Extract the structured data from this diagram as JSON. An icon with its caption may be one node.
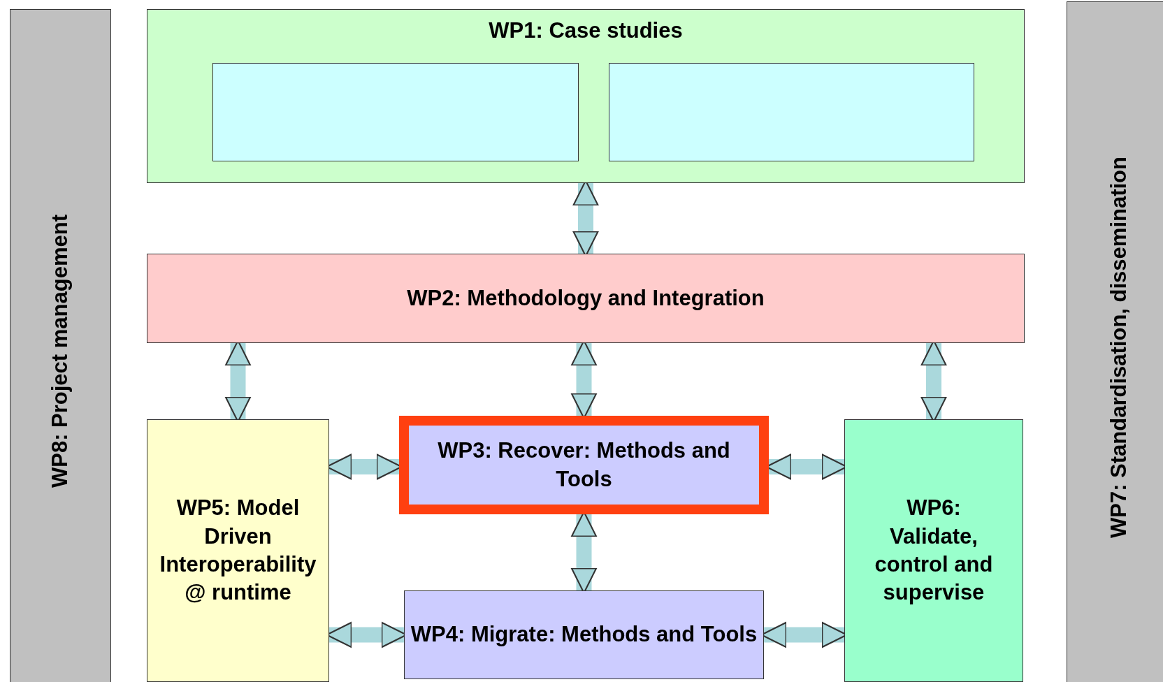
{
  "diagram": {
    "nodes": [
      {
        "text": [
          "WP1: Case studies"
        ]
      },
      {
        "text": [],
        "shape": "box",
        "in": 0
      },
      {
        "text": [],
        "shape": "box",
        "in": 0
      },
      {
        "text": [
          "WP2: Methodology and Integration"
        ]
      },
      {
        "text": [
          "WP5: Model Driven Interoperability @ runtime"
        ]
      },
      {
        "text": [
          "WP3: Recover: Methods and Tools"
        ]
      },
      {
        "text": [
          "WP6: Validate, control and supervise"
        ]
      },
      {
        "text": [
          "WP4: Migrate: Methods and Tools"
        ]
      },
      {
        "text": [
          "WP8: Project management"
        ]
      },
      {
        "text": [
          "WP7: Standardisation, dissemination"
        ]
      }
    ],
    "edges": [
      {
        "from": 0,
        "to": 3,
        "arrow": "both"
      },
      {
        "from": 3,
        "to": 4,
        "arrow": "both"
      },
      {
        "from": 3,
        "to": 5,
        "arrow": "both"
      },
      {
        "from": 3,
        "to": 6,
        "arrow": "both"
      },
      {
        "from": 4,
        "to": 5,
        "arrow": "both"
      },
      {
        "from": 5,
        "to": 6,
        "arrow": "both"
      },
      {
        "from": 5,
        "to": 7,
        "arrow": "both"
      },
      {
        "from": 4,
        "to": 7,
        "arrow": "both"
      },
      {
        "from": 7,
        "to": 6,
        "arrow": "both"
      }
    ]
  }
}
